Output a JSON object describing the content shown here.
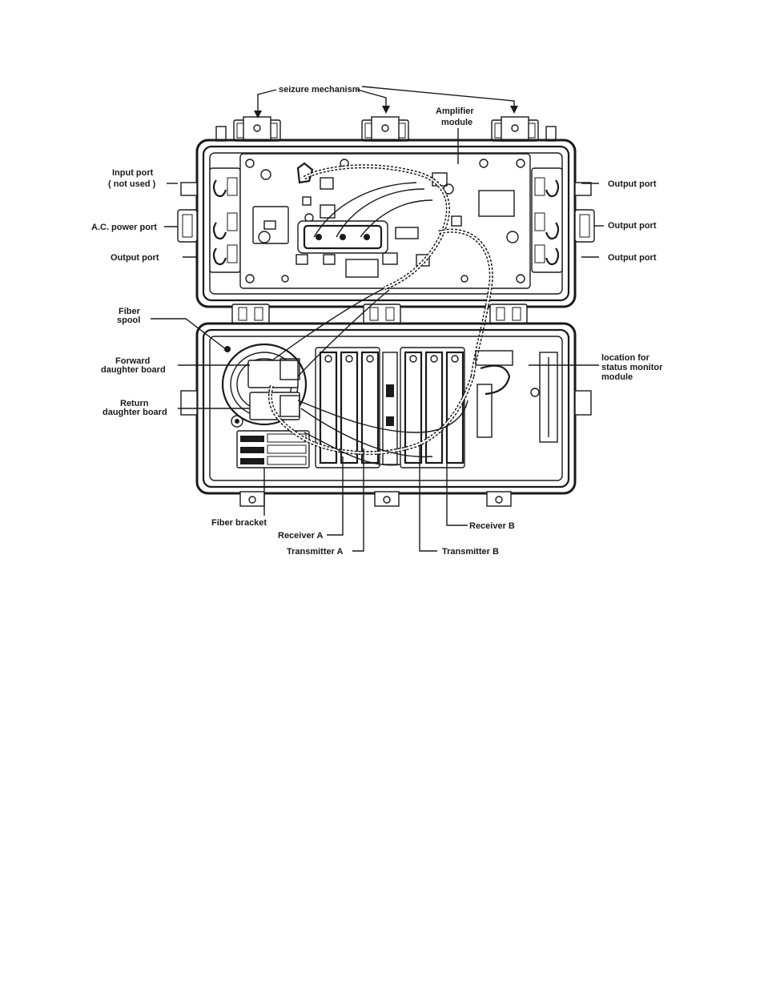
{
  "labels": {
    "seizure_mechanism": "seizure mechanism",
    "amplifier_module_1": "Amplifier",
    "amplifier_module_2": "module",
    "input_port_1": "Input port",
    "input_port_2": "( not used )",
    "ac_power_port": "A.C. power port",
    "output_port_left": "Output port",
    "output_port_right_1": "Output port",
    "output_port_right_2": "Output port",
    "output_port_right_3": "Output port",
    "fiber_spool_1": "Fiber",
    "fiber_spool_2": "spool",
    "forward_board_1": "Forward",
    "forward_board_2": "daughter board",
    "return_board_1": "Return",
    "return_board_2": "daughter board",
    "status_monitor_1": "location for",
    "status_monitor_2": "status monitor",
    "status_monitor_3": "module",
    "fiber_bracket": "Fiber bracket",
    "receiver_a": "Receiver A",
    "transmitter_a": "Transmitter A",
    "receiver_b": "Receiver B",
    "transmitter_b": "Transmitter B"
  }
}
